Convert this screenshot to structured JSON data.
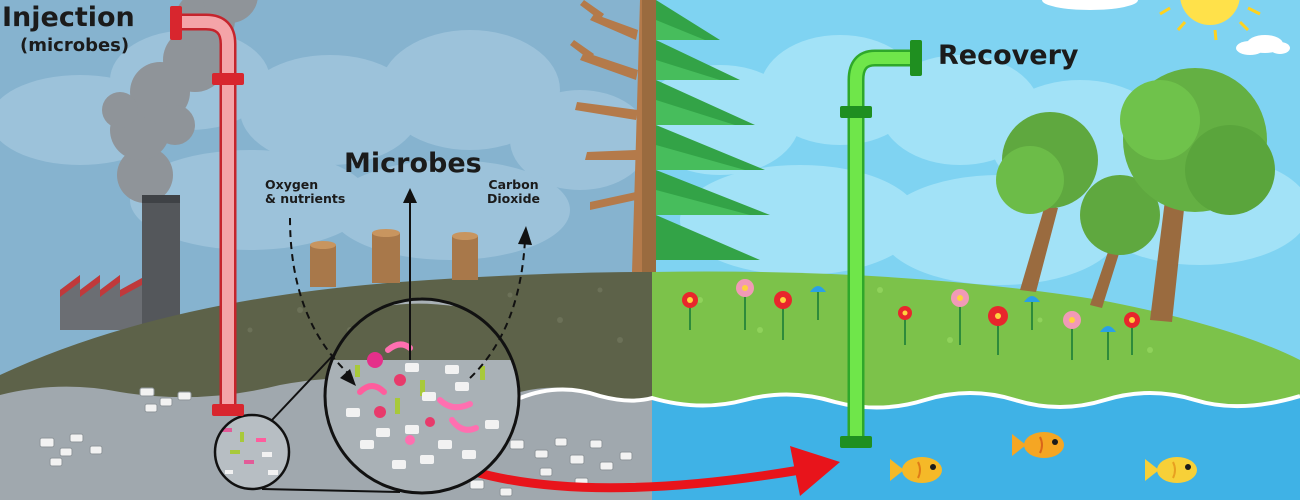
{
  "labels": {
    "injection": "Injection",
    "injection_sub": "(microbes)",
    "recovery": "Recovery",
    "microbes": "Microbes",
    "oxygen_line1": "Oxygen",
    "oxygen_line2": "& nutrients",
    "carbon_line1": "Carbon",
    "carbon_line2": "Dioxide"
  },
  "colors": {
    "polluted_sky": "#86b3cf",
    "clean_sky": "#7fd3f2",
    "polluted_ground": "#5d6249",
    "clean_ground": "#7cc24a",
    "polluted_water": "#a0a8ae",
    "clean_water": "#3fb2e6",
    "injection_pipe": "#f4a4a8",
    "recovery_pipe": "#6fe64a",
    "flow_arrow": "#e8141b"
  },
  "icons": [
    "smokestack-icon",
    "tree-stump-icon",
    "bare-tree-icon",
    "pine-tree-icon",
    "leafy-tree-icon",
    "flower-icon",
    "fish-icon",
    "sun-icon",
    "cloud-icon",
    "microbe-icon",
    "rock-icon",
    "magnifier-circle-icon"
  ]
}
